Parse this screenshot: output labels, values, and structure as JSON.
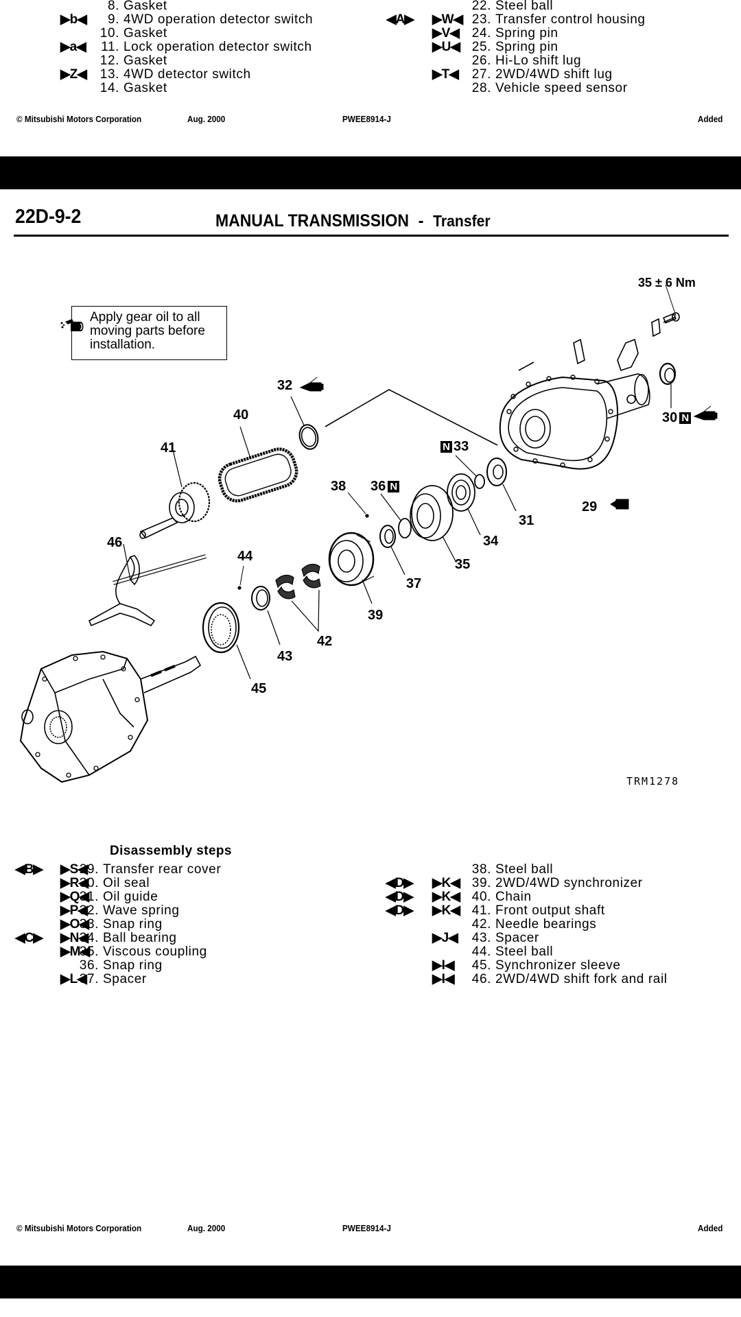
{
  "prev_page": {
    "steps_left": [
      {
        "mark": "",
        "num": "8.",
        "label": "Gasket"
      },
      {
        "mark": "▶b◀",
        "num": "9.",
        "label": "4WD operation detector switch"
      },
      {
        "mark": "",
        "num": "10.",
        "label": "Gasket"
      },
      {
        "mark": "▶a◀",
        "num": "11.",
        "label": "Lock operation detector switch"
      },
      {
        "mark": "",
        "num": "12.",
        "label": "Gasket"
      },
      {
        "mark": "▶Z◀",
        "num": "13.",
        "label": "4WD detector switch"
      },
      {
        "mark": "",
        "num": "14.",
        "label": "Gasket"
      }
    ],
    "steps_right": [
      {
        "group": "",
        "mark": "",
        "num": "22.",
        "label": "Steel ball"
      },
      {
        "group": "◀A▶",
        "mark": "▶W◀",
        "num": "23.",
        "label": "Transfer control housing"
      },
      {
        "group": "",
        "mark": "▶V◀",
        "num": "24.",
        "label": "Spring pin"
      },
      {
        "group": "",
        "mark": "▶U◀",
        "num": "25.",
        "label": "Spring pin"
      },
      {
        "group": "",
        "mark": "",
        "num": "26.",
        "label": "Hi-Lo shift lug"
      },
      {
        "group": "",
        "mark": "▶T◀",
        "num": "27.",
        "label": "2WD/4WD shift lug"
      },
      {
        "group": "",
        "mark": "",
        "num": "28.",
        "label": "Vehicle speed sensor"
      }
    ],
    "footer": {
      "copyright": "© Mitsubishi Motors Corporation",
      "date": "Aug. 2000",
      "code": "PWEE8914-J",
      "status": "Added"
    }
  },
  "page": {
    "page_id": "22D-9-2",
    "title": "MANUAL TRANSMISSION",
    "title_sep": "-",
    "subtitle": "Transfer",
    "note": {
      "icon": "gear-oil-can-icon",
      "text": "Apply gear oil to all moving parts before installation."
    },
    "torque": "35 ± 6 Nm",
    "drawing_code": "TRM1278",
    "callouts": [
      {
        "id": "29",
        "label": "29",
        "suffix_icon": "sealant-tube-icon"
      },
      {
        "id": "30",
        "label": "30",
        "new_part": "N",
        "suffix_icon": "grease-gun-icon"
      },
      {
        "id": "31",
        "label": "31"
      },
      {
        "id": "32",
        "label": "32",
        "suffix_icon": "grease-gun-icon"
      },
      {
        "id": "33",
        "label": "33",
        "new_part": "N"
      },
      {
        "id": "34",
        "label": "34"
      },
      {
        "id": "35",
        "label": "35"
      },
      {
        "id": "36",
        "label": "36",
        "new_part": "N"
      },
      {
        "id": "37",
        "label": "37"
      },
      {
        "id": "38",
        "label": "38"
      },
      {
        "id": "39",
        "label": "39"
      },
      {
        "id": "40",
        "label": "40"
      },
      {
        "id": "41",
        "label": "41"
      },
      {
        "id": "42",
        "label": "42"
      },
      {
        "id": "43",
        "label": "43"
      },
      {
        "id": "44",
        "label": "44"
      },
      {
        "id": "45",
        "label": "45"
      },
      {
        "id": "46",
        "label": "46"
      }
    ],
    "steps_heading": "Disassembly steps",
    "steps_left": [
      {
        "group": "◀B▶",
        "mark": "▶S◀",
        "num": "29.",
        "label": "Transfer rear cover"
      },
      {
        "group": "",
        "mark": "▶R◀",
        "num": "30.",
        "label": "Oil seal"
      },
      {
        "group": "",
        "mark": "▶Q◀",
        "num": "31.",
        "label": "Oil guide"
      },
      {
        "group": "",
        "mark": "▶P◀",
        "num": "32.",
        "label": "Wave spring"
      },
      {
        "group": "",
        "mark": "▶O◀",
        "num": "33.",
        "label": "Snap ring"
      },
      {
        "group": "◀C▶",
        "mark": "▶N◀",
        "num": "34.",
        "label": "Ball bearing"
      },
      {
        "group": "",
        "mark": "▶M◀",
        "num": "35.",
        "label": "Viscous coupling"
      },
      {
        "group": "",
        "mark": "",
        "num": "36.",
        "label": "Snap ring"
      },
      {
        "group": "",
        "mark": "▶L◀",
        "num": "37.",
        "label": "Spacer"
      }
    ],
    "steps_right": [
      {
        "group": "",
        "mark": "",
        "num": "38.",
        "label": "Steel ball"
      },
      {
        "group": "◀D▶",
        "mark": "▶K◀",
        "num": "39.",
        "label": "2WD/4WD synchronizer"
      },
      {
        "group": "◀D▶",
        "mark": "▶K◀",
        "num": "40.",
        "label": "Chain"
      },
      {
        "group": "◀D▶",
        "mark": "▶K◀",
        "num": "41.",
        "label": "Front output shaft"
      },
      {
        "group": "",
        "mark": "",
        "num": "42.",
        "label": "Needle bearings"
      },
      {
        "group": "",
        "mark": "▶J◀",
        "num": "43.",
        "label": "Spacer"
      },
      {
        "group": "",
        "mark": "",
        "num": "44.",
        "label": "Steel ball"
      },
      {
        "group": "",
        "mark": "▶I◀",
        "num": "45.",
        "label": "Synchronizer sleeve"
      },
      {
        "group": "",
        "mark": "▶I◀",
        "num": "46.",
        "label": "2WD/4WD shift fork and rail"
      }
    ],
    "footer": {
      "copyright": "© Mitsubishi Motors Corporation",
      "date": "Aug. 2000",
      "code": "PWEE8914-J",
      "status": "Added"
    }
  }
}
